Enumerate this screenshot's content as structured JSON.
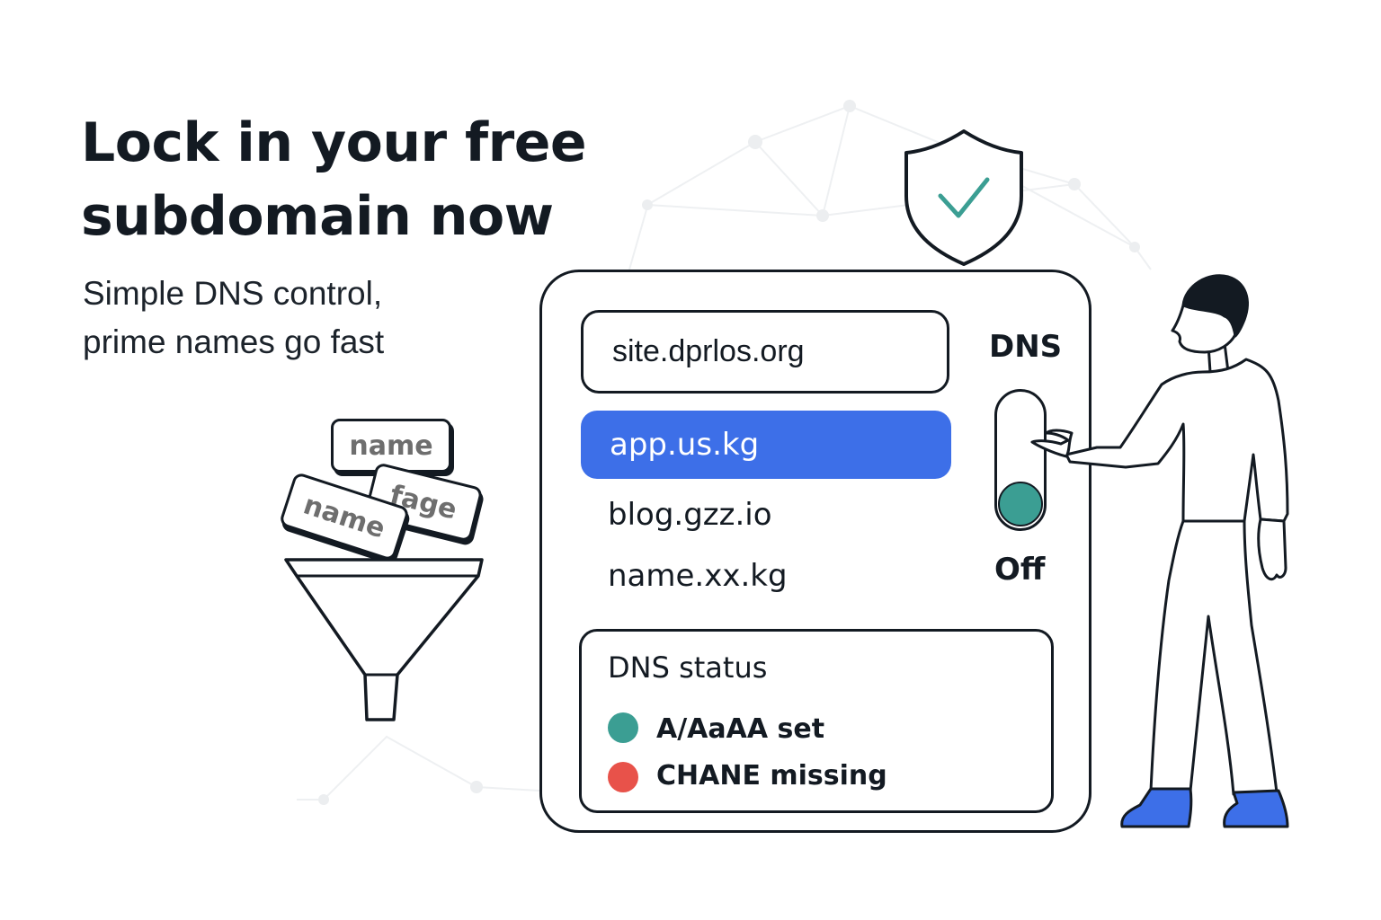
{
  "hero": {
    "headline_line1": "Lock in your free",
    "headline_line2": "subdomain now",
    "subline_line1": "Simple DNS control,",
    "subline_line2": "prime names go fast"
  },
  "funnel": {
    "chips": [
      "name",
      "fage",
      "name"
    ]
  },
  "panel": {
    "domain_input_value": "site.dprlos.org",
    "domains": [
      "app.us.kg",
      "blog.gzz.io",
      "name.xx.kg"
    ],
    "selected_index": 0,
    "toggle_label": "DNS",
    "toggle_state_label": "Off",
    "toggle_on": false
  },
  "status": {
    "title": "DNS status",
    "items": [
      {
        "label": "A/AaAA set",
        "color": "#3b9e93"
      },
      {
        "label": "CHANE missing",
        "color": "#e8524a"
      }
    ]
  },
  "colors": {
    "accent_blue": "#3d6fe8",
    "teal": "#3b9e93",
    "red": "#e8524a",
    "ink": "#131a22",
    "shoe_blue": "#3d6fe8"
  },
  "icons": [
    "shield-check-icon",
    "funnel-icon",
    "person-illustration",
    "network-background"
  ]
}
